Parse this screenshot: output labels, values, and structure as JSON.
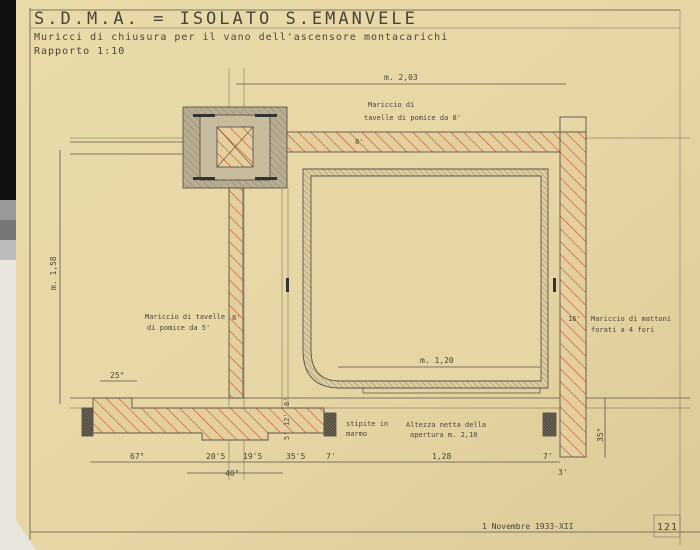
{
  "title": "S.D.M.A. = ISOLATO S.EMANVELE",
  "subtitle": "Muricci di chiusura per il vano dell'ascensore montacarichi",
  "scale": "Rapporto 1:10",
  "annotations": {
    "top_wall": [
      "Mariccio di",
      "tavelle di pomice da 8'"
    ],
    "left_wall": [
      "Mariccio di tavelle",
      "di pomice da 5'"
    ],
    "right_wall": [
      "Mariccio di mattoni",
      "forati a 4 fori"
    ],
    "jamb": [
      "stipite in",
      "marmo"
    ],
    "opening": [
      "Altezza netta della",
      "apertura m. 2,10"
    ]
  },
  "dimensions": {
    "top_width": "m. 2,03",
    "left_height": "m. 1,58",
    "cabin_width": "m. 1,20",
    "left_jamb": "25°",
    "right_height": "35°",
    "top_wall_thk": "8'",
    "left_wall_thk": "8'",
    "right_wall_thk": "16'",
    "vertical_small": [
      "8'",
      "12'",
      "5'"
    ],
    "bottom_row": [
      "67°",
      "20'5",
      "19'5",
      "35'5",
      "7'",
      "1,28",
      "7'",
      "3'"
    ],
    "bottom_total": "40°"
  },
  "footer": {
    "date": "1 Novembre 1933-XII",
    "sheet_number": "121"
  },
  "colors": {
    "paper": "#e6d6a4",
    "ink": "#4d463a",
    "hatch_red": "#d2532f"
  }
}
